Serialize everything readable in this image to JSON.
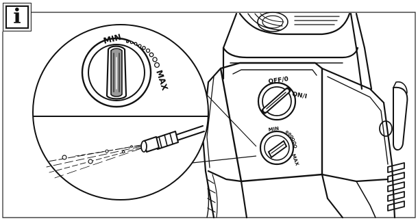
{
  "badge": {
    "glyph": "i",
    "icon": "info-icon"
  },
  "dial_zoom": {
    "min_label": "MIN",
    "max_label": "MAX"
  },
  "machine": {
    "switch_label_off": "OFF/0",
    "switch_label_on": "ON/I",
    "pressure_dial_label": "MIN"
  },
  "colors": {
    "line": "#111111",
    "knob_grey": "#9a9a9a",
    "knob_dark": "#4a4a4a",
    "frame": "#222222",
    "badge_bg": "#e9e9e9"
  }
}
